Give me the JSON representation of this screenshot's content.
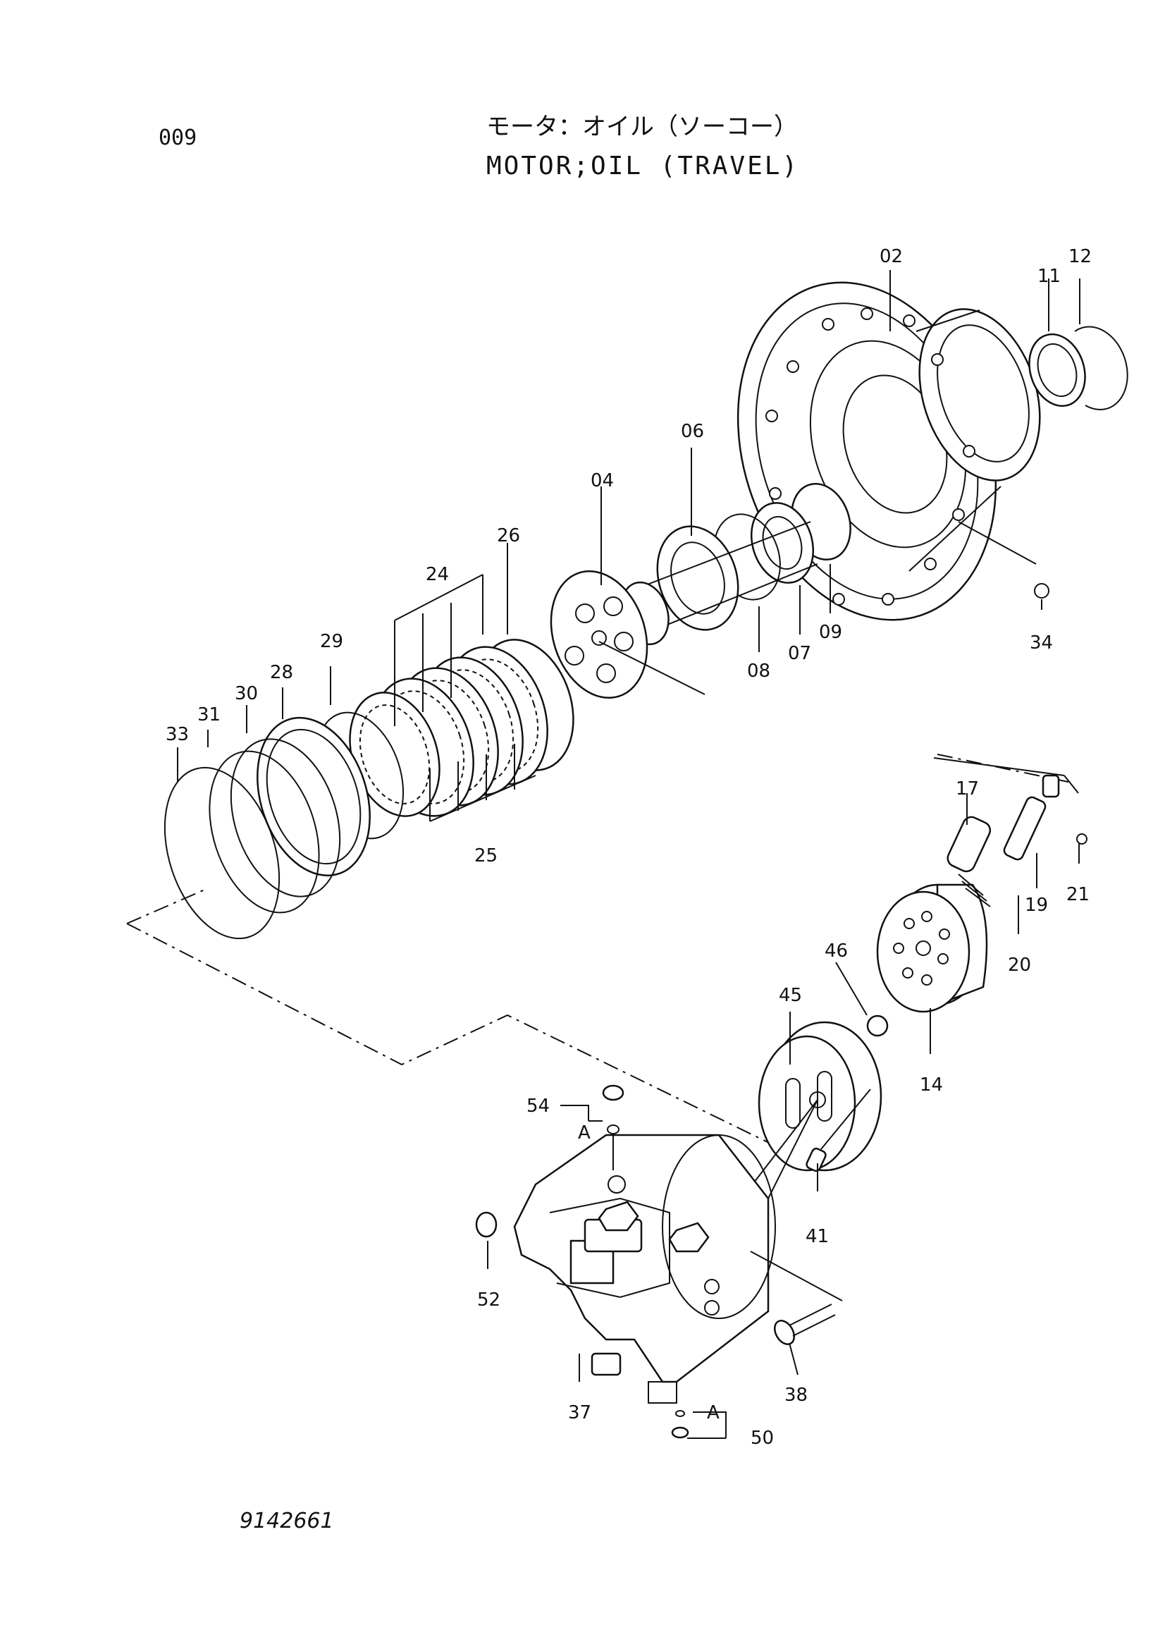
{
  "header": {
    "page_number": "009",
    "title_jp": "モータ：オイル（ソーコー）",
    "title_en": "MOTOR;OIL (TRAVEL)"
  },
  "footer": {
    "drawing_number": "9142661"
  },
  "callouts": [
    "02",
    "11",
    "12",
    "06",
    "04",
    "26",
    "24",
    "29",
    "28",
    "30",
    "31",
    "33",
    "09",
    "07",
    "08",
    "34",
    "25",
    "17",
    "21",
    "19",
    "20",
    "46",
    "45",
    "14",
    "54",
    "A",
    "41",
    "52",
    "38",
    "37",
    "A",
    "50"
  ],
  "parts": {
    "planetary_housing": "02",
    "seal_ring": "11",
    "snap_ring": "12",
    "bearing": "06",
    "swash_plate": "04",
    "spring_plate": "26",
    "friction_plates": "24",
    "separator_plates": "25",
    "piston_spring": "29",
    "brake_piston": "28",
    "o_ring_30": "30",
    "o_ring_31": "31",
    "backup_ring_33": "33",
    "race_09": "09",
    "bearing_07": "07",
    "ring_08": "08",
    "ball_34": "34",
    "spring_17": "17",
    "pin_21": "21",
    "spool_19": "19",
    "spring_20": "20",
    "pin_46": "46",
    "valve_plate": "45",
    "cylinder_block": "14",
    "plug_54": "54",
    "pin_41": "41",
    "plug_52": "52",
    "bolt_38": "38",
    "motor_body": "37",
    "plug_50": "50",
    "o_ring_set_label": "A"
  }
}
